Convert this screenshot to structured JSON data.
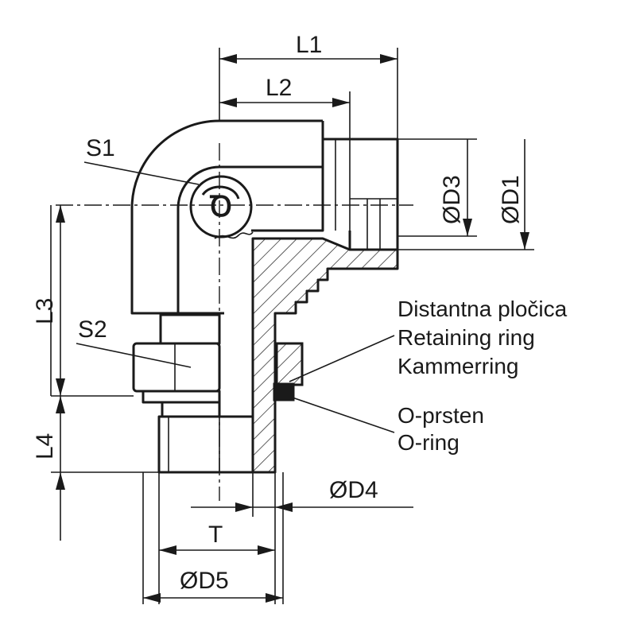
{
  "labels": {
    "l1": "L1",
    "l2": "L2",
    "l3": "L3",
    "l4": "L4",
    "s1": "S1",
    "s2": "S2",
    "d1": "ØD1",
    "d3": "ØD3",
    "d4": "ØD4",
    "d5": "ØD5",
    "t": "T"
  },
  "callouts": {
    "retaining_ring": [
      "Distantna pločica",
      "Retaining ring",
      "Kammerring"
    ],
    "o_ring": [
      "O-prsten",
      "O-ring"
    ]
  }
}
